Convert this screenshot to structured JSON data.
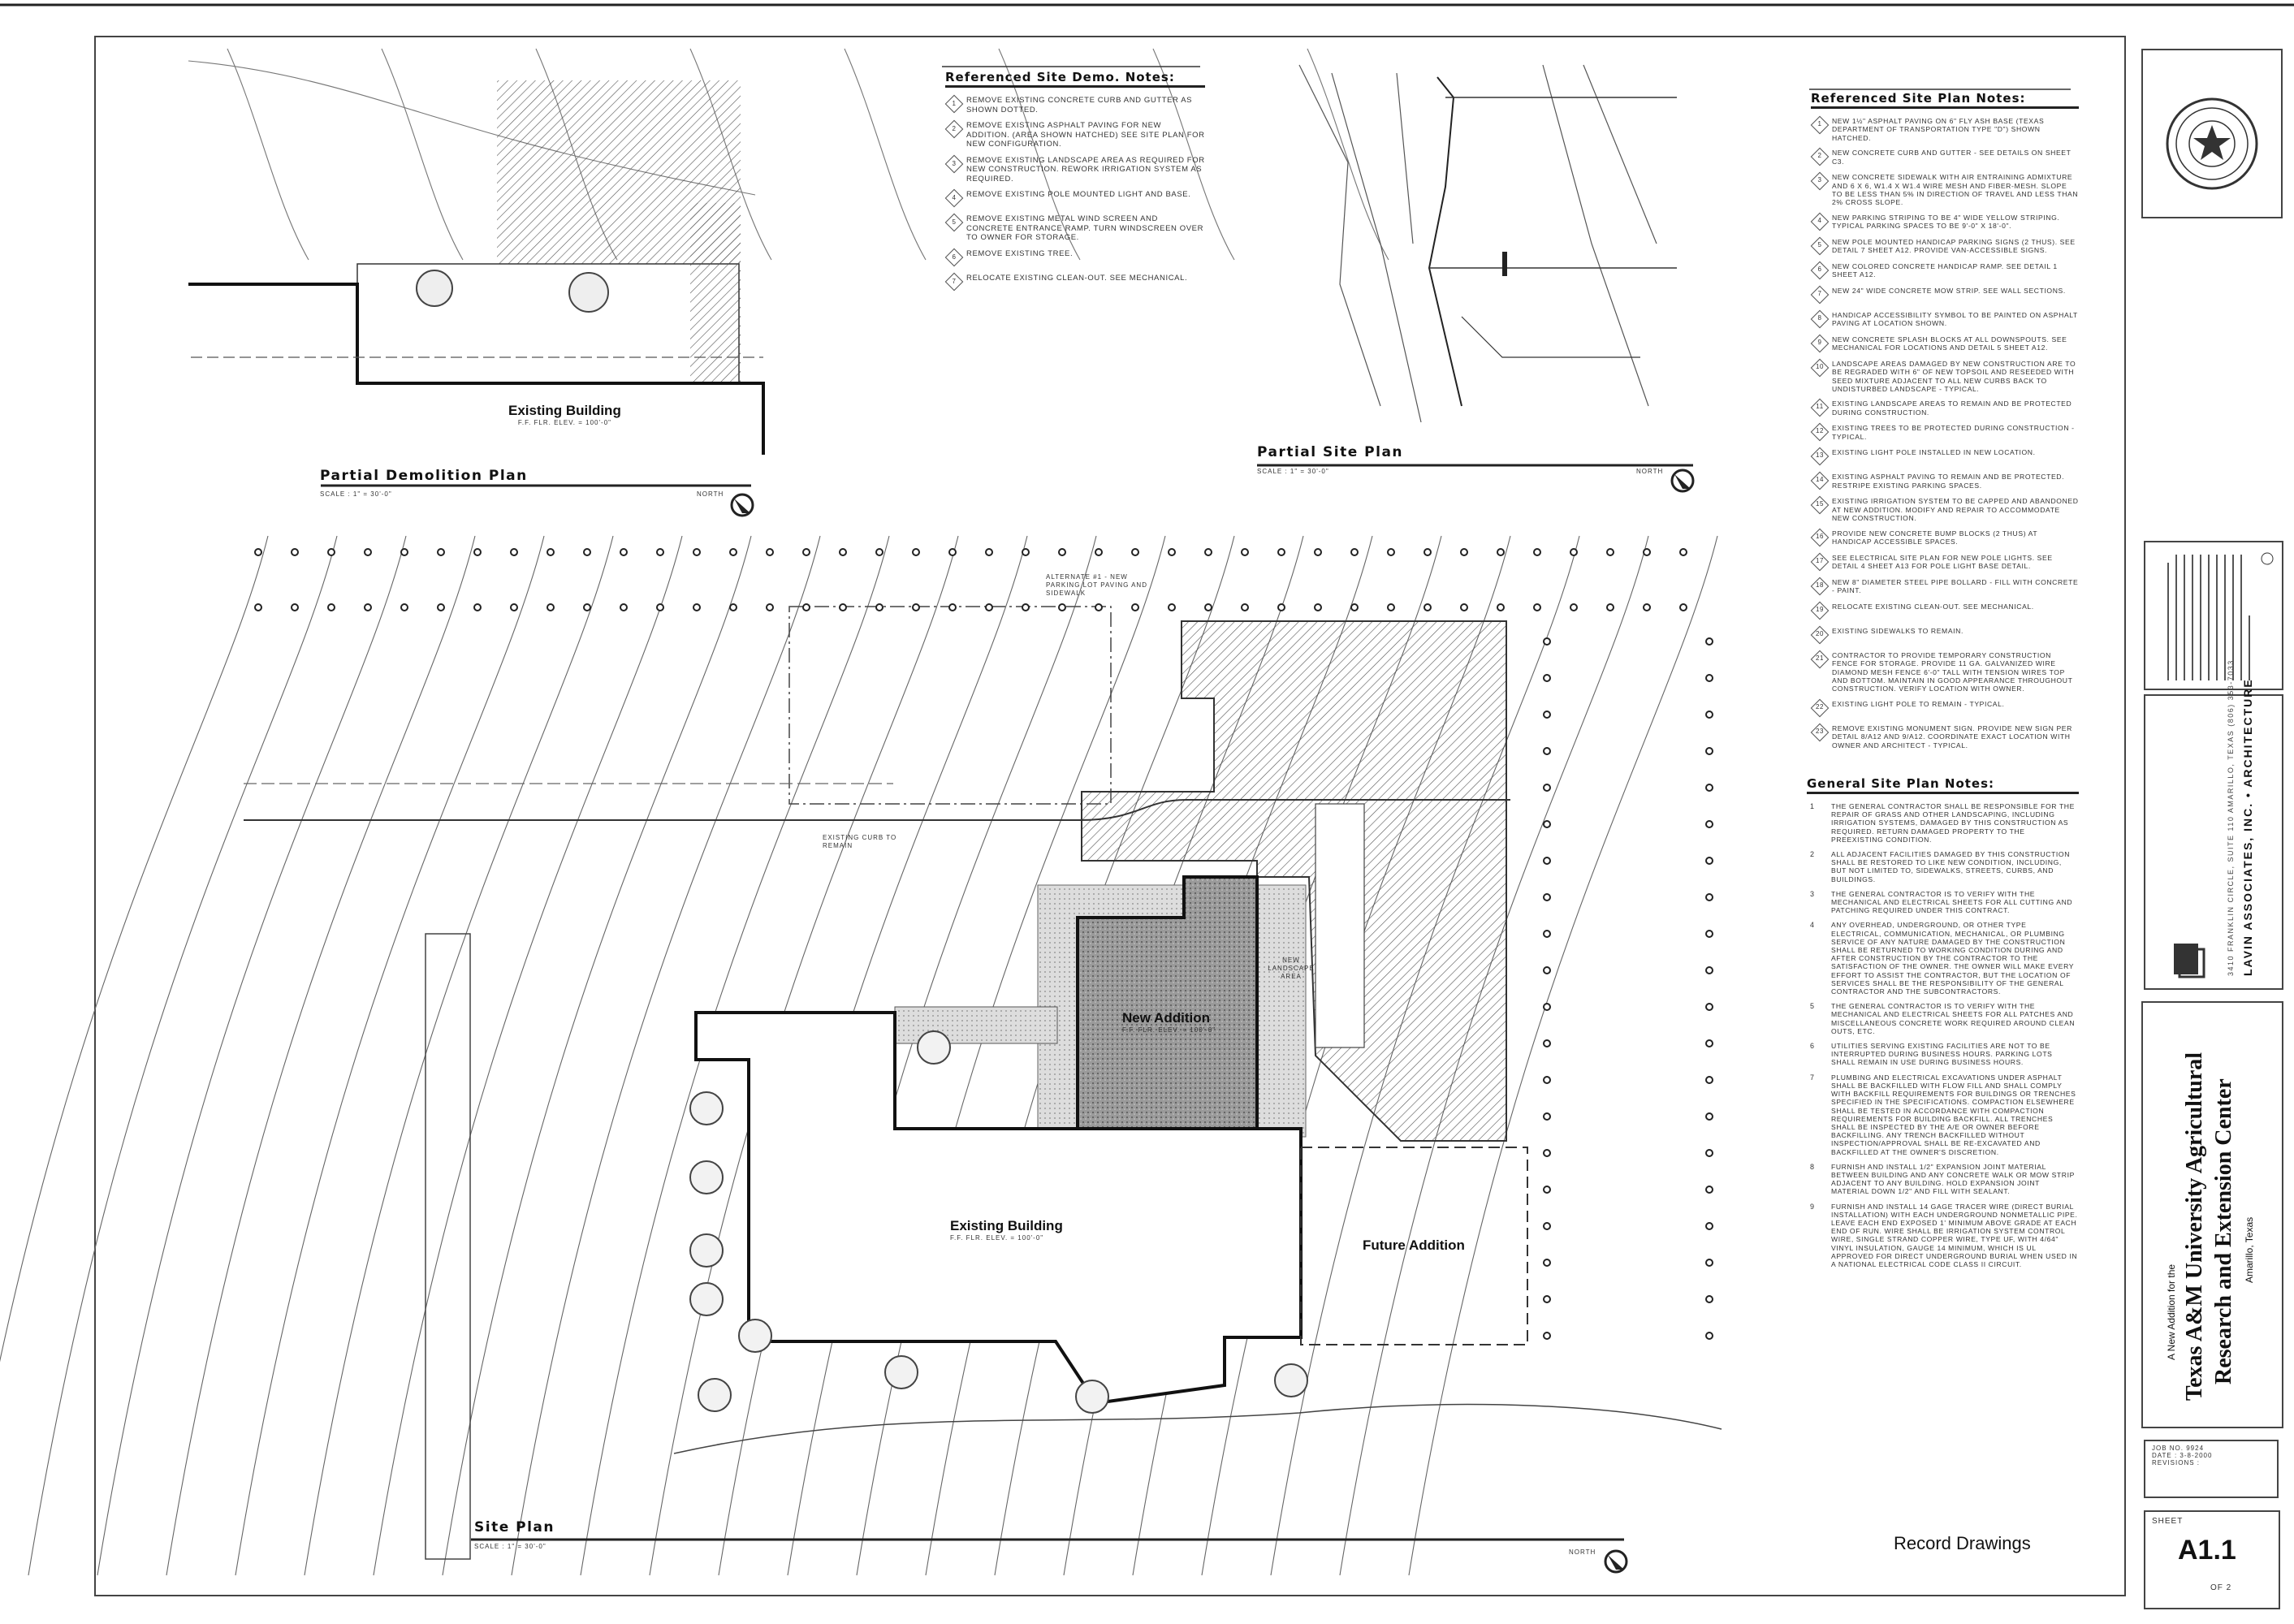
{
  "demo_plan": {
    "title": "Partial Demolition Plan",
    "scale": "SCALE : 1\" = 30'-0\"",
    "north": "NORTH",
    "building_label": "Existing Building",
    "building_elev": "F.F. FLR. ELEV. = 100'-0\""
  },
  "demo_notes": {
    "title": "Referenced Site Demo. Notes:",
    "items": [
      {
        "num": "1",
        "text": "REMOVE EXISTING CONCRETE CURB AND GUTTER AS SHOWN DOTTED."
      },
      {
        "num": "2",
        "text": "REMOVE EXISTING ASPHALT PAVING FOR NEW ADDITION. (AREA SHOWN HATCHED) SEE SITE PLAN FOR NEW CONFIGURATION."
      },
      {
        "num": "3",
        "text": "REMOVE EXISTING LANDSCAPE AREA AS REQUIRED FOR NEW CONSTRUCTION. REWORK IRRIGATION SYSTEM AS REQUIRED."
      },
      {
        "num": "4",
        "text": "REMOVE EXISTING POLE MOUNTED LIGHT AND BASE."
      },
      {
        "num": "5",
        "text": "REMOVE EXISTING METAL WIND SCREEN AND CONCRETE ENTRANCE RAMP. TURN WINDSCREEN OVER TO OWNER FOR STORAGE."
      },
      {
        "num": "6",
        "text": "REMOVE EXISTING TREE."
      },
      {
        "num": "7",
        "text": "RELOCATE EXISTING CLEAN-OUT. SEE MECHANICAL."
      }
    ]
  },
  "partial_site_plan": {
    "title": "Partial Site Plan",
    "scale": "SCALE : 1\" = 30'-0\"",
    "north": "NORTH"
  },
  "site_plan": {
    "title": "Site Plan",
    "scale": "SCALE : 1\" = 30'-0\"",
    "north": "NORTH",
    "existing_building": "Existing Building",
    "existing_elev": "F.F. FLR. ELEV. = 100'-0\"",
    "new_addition": "New Addition",
    "new_elev": "F.F. FLR. ELEV. = 100'-0\"",
    "future_addition": "Future Addition",
    "alternate_note": "ALTERNATE #1 - NEW PARKING LOT PAVING AND SIDEWALK",
    "curb_note": "EXISTING CURB TO REMAIN",
    "landscape_note": "NEW LANDSCAPE AREA"
  },
  "site_notes": {
    "title": "Referenced Site Plan Notes:",
    "items": [
      {
        "num": "1",
        "text": "NEW 1½\" ASPHALT PAVING ON 6\" FLY ASH BASE (TEXAS DEPARTMENT OF TRANSPORTATION TYPE \"D\") SHOWN HATCHED."
      },
      {
        "num": "2",
        "text": "NEW CONCRETE CURB AND GUTTER - SEE DETAILS ON SHEET C3."
      },
      {
        "num": "3",
        "text": "NEW CONCRETE SIDEWALK WITH AIR ENTRAINING ADMIXTURE AND 6 X 6, W1.4 X W1.4 WIRE MESH AND FIBER-MESH. SLOPE TO BE LESS THAN 5% IN DIRECTION OF TRAVEL AND LESS THAN 2% CROSS SLOPE."
      },
      {
        "num": "4",
        "text": "NEW PARKING STRIPING TO BE 4\" WIDE YELLOW STRIPING. TYPICAL PARKING SPACES TO BE 9'-0\" X 18'-0\"."
      },
      {
        "num": "5",
        "text": "NEW POLE MOUNTED HANDICAP PARKING SIGNS (2 THUS). SEE DETAIL 7 SHEET A12. PROVIDE VAN-ACCESSIBLE SIGNS."
      },
      {
        "num": "6",
        "text": "NEW COLORED CONCRETE HANDICAP RAMP. SEE DETAIL 1 SHEET A12."
      },
      {
        "num": "7",
        "text": "NEW 24\" WIDE CONCRETE MOW STRIP. SEE WALL SECTIONS."
      },
      {
        "num": "8",
        "text": "HANDICAP ACCESSIBILITY SYMBOL TO BE PAINTED ON ASPHALT PAVING AT LOCATION SHOWN."
      },
      {
        "num": "9",
        "text": "NEW CONCRETE SPLASH BLOCKS AT ALL DOWNSPOUTS. SEE MECHANICAL FOR LOCATIONS AND DETAIL 5 SHEET A12."
      },
      {
        "num": "10",
        "text": "LANDSCAPE AREAS DAMAGED BY NEW CONSTRUCTION ARE TO BE REGRADED WITH 6\" OF NEW TOPSOIL AND RESEEDED WITH SEED MIXTURE ADJACENT TO ALL NEW CURBS BACK TO UNDISTURBED LANDSCAPE - TYPICAL."
      },
      {
        "num": "11",
        "text": "EXISTING LANDSCAPE AREAS TO REMAIN AND BE PROTECTED DURING CONSTRUCTION."
      },
      {
        "num": "12",
        "text": "EXISTING TREES TO BE PROTECTED DURING CONSTRUCTION - TYPICAL."
      },
      {
        "num": "13",
        "text": "EXISTING LIGHT POLE INSTALLED IN NEW LOCATION."
      },
      {
        "num": "14",
        "text": "EXISTING ASPHALT PAVING TO REMAIN AND BE PROTECTED. RESTRIPE EXISTING PARKING SPACES."
      },
      {
        "num": "15",
        "text": "EXISTING IRRIGATION SYSTEM TO BE CAPPED AND ABANDONED AT NEW ADDITION. MODIFY AND REPAIR TO ACCOMMODATE NEW CONSTRUCTION."
      },
      {
        "num": "16",
        "text": "PROVIDE NEW CONCRETE BUMP BLOCKS (2 THUS) AT HANDICAP ACCESSIBLE SPACES."
      },
      {
        "num": "17",
        "text": "SEE ELECTRICAL SITE PLAN FOR NEW POLE LIGHTS. SEE DETAIL 4 SHEET A13 FOR POLE LIGHT BASE DETAIL."
      },
      {
        "num": "18",
        "text": "NEW 8\" DIAMETER STEEL PIPE BOLLARD - FILL WITH CONCRETE - PAINT."
      },
      {
        "num": "19",
        "text": "RELOCATE EXISTING CLEAN-OUT. SEE MECHANICAL."
      },
      {
        "num": "20",
        "text": "EXISTING SIDEWALKS TO REMAIN."
      },
      {
        "num": "21",
        "text": "CONTRACTOR TO PROVIDE TEMPORARY CONSTRUCTION FENCE FOR STORAGE. PROVIDE 11 GA. GALVANIZED WIRE DIAMOND MESH FENCE 6'-0\" TALL WITH TENSION WIRES TOP AND BOTTOM. MAINTAIN IN GOOD APPEARANCE THROUGHOUT CONSTRUCTION. VERIFY LOCATION WITH OWNER."
      },
      {
        "num": "22",
        "text": "EXISTING LIGHT POLE TO REMAIN - TYPICAL."
      },
      {
        "num": "23",
        "text": "REMOVE EXISTING MONUMENT SIGN. PROVIDE NEW SIGN PER DETAIL 8/A12 AND 9/A12. COORDINATE EXACT LOCATION WITH OWNER AND ARCHITECT - TYPICAL."
      }
    ]
  },
  "general_notes": {
    "title": "General Site Plan Notes:",
    "items": [
      {
        "num": "1",
        "text": "THE GENERAL CONTRACTOR SHALL BE RESPONSIBLE FOR THE REPAIR OF GRASS AND OTHER LANDSCAPING, INCLUDING IRRIGATION SYSTEMS, DAMAGED BY THIS CONSTRUCTION AS REQUIRED. RETURN DAMAGED PROPERTY TO THE PREEXISTING CONDITION."
      },
      {
        "num": "2",
        "text": "ALL ADJACENT FACILITIES DAMAGED BY THIS CONSTRUCTION SHALL BE RESTORED TO LIKE NEW CONDITION, INCLUDING, BUT NOT LIMITED TO, SIDEWALKS, STREETS, CURBS, AND BUILDINGS."
      },
      {
        "num": "3",
        "text": "THE GENERAL CONTRACTOR IS TO VERIFY WITH THE MECHANICAL AND ELECTRICAL SHEETS FOR ALL CUTTING AND PATCHING REQUIRED UNDER THIS CONTRACT."
      },
      {
        "num": "4",
        "text": "ANY OVERHEAD, UNDERGROUND, OR OTHER TYPE ELECTRICAL, COMMUNICATION, MECHANICAL, OR PLUMBING SERVICE OF ANY NATURE DAMAGED BY THE CONSTRUCTION SHALL BE RETURNED TO WORKING CONDITION DURING AND AFTER CONSTRUCTION BY THE CONTRACTOR TO THE SATISFACTION OF THE OWNER. THE OWNER WILL MAKE EVERY EFFORT TO ASSIST THE CONTRACTOR, BUT THE LOCATION OF SERVICES SHALL BE THE RESPONSIBILITY OF THE GENERAL CONTRACTOR AND THE SUBCONTRACTORS."
      },
      {
        "num": "5",
        "text": "THE GENERAL CONTRACTOR IS TO VERIFY WITH THE MECHANICAL AND ELECTRICAL SHEETS FOR ALL PATCHES AND MISCELLANEOUS CONCRETE WORK REQUIRED AROUND CLEAN OUTS, ETC."
      },
      {
        "num": "6",
        "text": "UTILITIES SERVING EXISTING FACILITIES ARE NOT TO BE INTERRUPTED DURING BUSINESS HOURS. PARKING LOTS SHALL REMAIN IN USE DURING BUSINESS HOURS."
      },
      {
        "num": "7",
        "text": "PLUMBING AND ELECTRICAL EXCAVATIONS UNDER ASPHALT SHALL BE BACKFILLED WITH FLOW FILL AND SHALL COMPLY WITH BACKFILL REQUIREMENTS FOR BUILDINGS OR TRENCHES SPECIFIED IN THE SPECIFICATIONS. COMPACTION ELSEWHERE SHALL BE TESTED IN ACCORDANCE WITH COMPACTION REQUIREMENTS FOR BUILDING BACKFILL. ALL TRENCHES SHALL BE INSPECTED BY THE A/E OR OWNER BEFORE BACKFILLING. ANY TRENCH BACKFILLED WITHOUT INSPECTION/APPROVAL SHALL BE RE-EXCAVATED AND BACKFILLED AT THE OWNER'S DISCRETION."
      },
      {
        "num": "8",
        "text": "FURNISH AND INSTALL 1/2\" EXPANSION JOINT MATERIAL BETWEEN BUILDING AND ANY CONCRETE WALK OR MOW STRIP ADJACENT TO ANY BUILDING. HOLD EXPANSION JOINT MATERIAL DOWN 1/2\" AND FILL WITH SEALANT."
      },
      {
        "num": "9",
        "text": "FURNISH AND INSTALL 14 GAGE TRACER WIRE (DIRECT BURIAL INSTALLATION) WITH EACH UNDERGROUND NONMETALLIC PIPE. LEAVE EACH END EXPOSED 1' MINIMUM ABOVE GRADE AT EACH END OF RUN. WIRE SHALL BE IRRIGATION SYSTEM CONTROL WIRE, SINGLE STRAND COPPER WIRE, TYPE UF, WITH 4/64\" VINYL INSULATION, GAUGE 14 MINIMUM, WHICH IS UL APPROVED FOR DIRECT UNDERGROUND BURIAL WHEN USED IN A NATIONAL ELECTRICAL CODE CLASS II CIRCUIT."
      }
    ]
  },
  "record_drawings": "Record Drawings",
  "title_block": {
    "architect_address": "3410 FRANKLIN CIRCLE, SUITE 110   AMARILLO, TEXAS   (806) 353-7033",
    "architect_name": "LAVIN ASSOCIATES, INC. • ARCHITECTURE",
    "project_pre": "A New Addition for the",
    "project_line1": "Texas A&M University Agricultural",
    "project_line2": "Research and Extension Center",
    "project_location": "Amarillo, Texas",
    "job_no": "JOB NO. 9924",
    "date": "DATE : 3-8-2000",
    "revisions": "REVISIONS :",
    "sheet_label": "SHEET",
    "sheet_number": "A1.1",
    "sheet_of": "OF   2"
  },
  "colors": {
    "ink": "#222222",
    "hatch": "#555555",
    "addition_fill": "#8a8a8a",
    "paper": "#ffffff"
  }
}
